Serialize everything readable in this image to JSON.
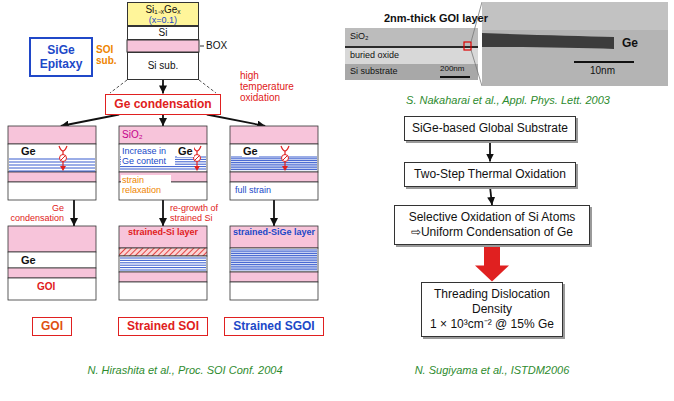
{
  "diagram": {
    "nodes": [
      {
        "text": [
          "SiGe Epitaxy"
        ]
      },
      {
        "text": [
          "Si₁₋ₓGeₓ",
          "(x=0.1)"
        ]
      },
      {
        "text": [
          "Si"
        ]
      },
      {
        "text": [
          "Si sub."
        ]
      },
      {
        "text": [
          "Ge condensation"
        ]
      },
      {
        "text": [
          "Ge"
        ]
      },
      {
        "text": [
          "Ge"
        ]
      },
      {
        "text": [
          "Ge"
        ]
      },
      {
        "text": [
          "Ge"
        ]
      },
      {
        "text": [
          "strained-Si layer"
        ]
      },
      {
        "text": [
          "strained-SiGe layer"
        ]
      },
      {
        "text": [
          "GOI"
        ]
      },
      {
        "text": [
          "Strained SOI"
        ]
      },
      {
        "text": [
          "Strained SGOI"
        ]
      },
      {
        "text": [
          "SiGe-based Global Substrate"
        ]
      },
      {
        "text": [
          "Two-Step Thermal Oxidation"
        ]
      },
      {
        "text": [
          "Selective Oxidation of Si Atoms",
          "⇨Uniform Condensation of Ge"
        ]
      },
      {
        "text": [
          "Threading Dislocation Density",
          "1 × 10³cm⁻² @ 15% Ge"
        ]
      }
    ],
    "edges": [
      {
        "from": 3,
        "to": 4,
        "arrow": "to"
      },
      {
        "from": 4,
        "to": 5,
        "arrow": "to"
      },
      {
        "from": 4,
        "to": 6,
        "arrow": "to"
      },
      {
        "from": 4,
        "to": 7,
        "arrow": "to"
      },
      {
        "from": 5,
        "to": 8,
        "arrow": "to"
      },
      {
        "from": 6,
        "to": 9,
        "arrow": "to"
      },
      {
        "from": 7,
        "to": 10,
        "arrow": "to"
      },
      {
        "from": 14,
        "to": 15,
        "arrow": "to"
      },
      {
        "from": 15,
        "to": 16,
        "arrow": "to"
      },
      {
        "from": 16,
        "to": 17,
        "arrow": "to"
      }
    ],
    "labels": [
      "SOI sub.",
      "BOX",
      "high temperature oxidation",
      "SiO₂",
      "Increase in Ge content",
      "strain relaxation",
      "full strain",
      "Ge condensation",
      "re-growth of strained Si",
      "GOI",
      "N. Hirashita et al., Proc. SOI Conf. 2004",
      "2nm-thick GOI layer",
      "SiO₂",
      "buried oxide",
      "Si substrate",
      "200nm",
      "Ge",
      "10nm",
      "S. Nakaharai et al., Appl. Phys. Lett. 2003",
      "N. Sugiyama et al., ISTDM2006"
    ]
  }
}
